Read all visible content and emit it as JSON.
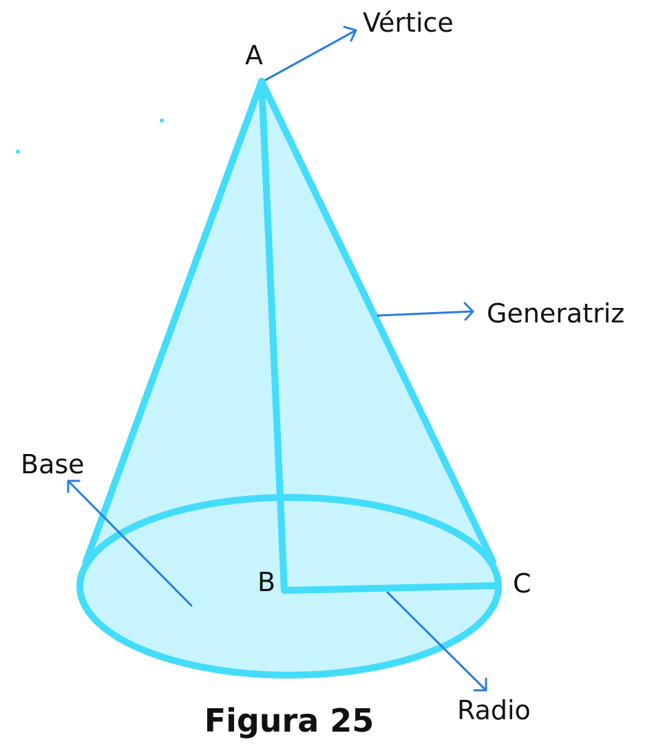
{
  "figure": {
    "caption": "Figura 25"
  },
  "points": {
    "apex": "A",
    "center": "B",
    "rim": "C"
  },
  "parts": {
    "vertex": "Vértice",
    "generatrix": "Generatriz",
    "base": "Base",
    "radius": "Radio"
  },
  "colors": {
    "outline": "#44dcfb",
    "fill": "#c8f4fd",
    "pointer": "#2a7de1",
    "text": "#111111"
  }
}
